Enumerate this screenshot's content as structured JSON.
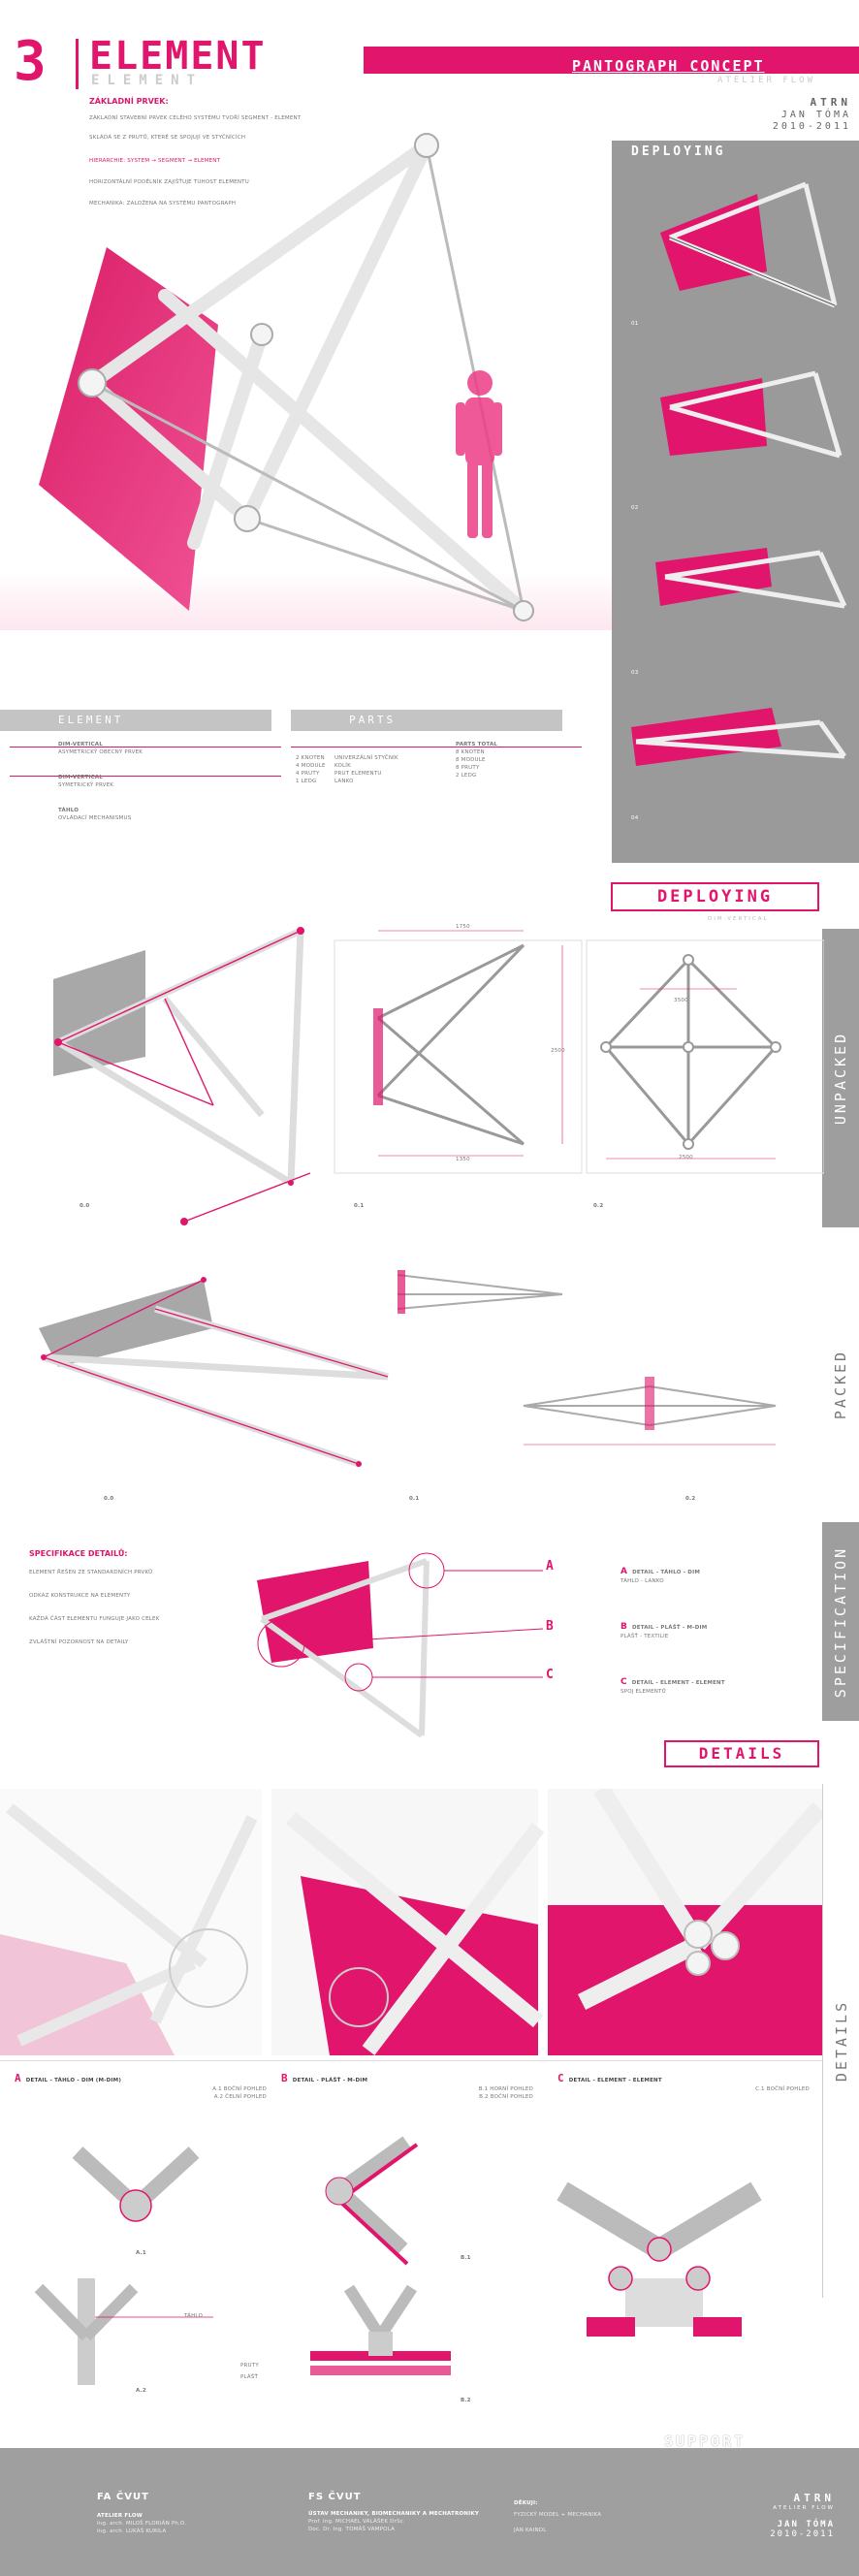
{
  "header": {
    "number": "3",
    "title": "ELEMENT",
    "title_shadow": "ELEMENT",
    "concept": "PANTOGRAPH CONCEPT",
    "studio_shadow": "ATELIER FLOW",
    "team": "ATRN",
    "author": "JAN TÓMA",
    "years": "2010-2011"
  },
  "intro": {
    "heading": "ZÁKLADNÍ PRVEK:",
    "p1": "ZÁKLADNÍ STAVEBNÍ PRVEK CELÉHO SYSTÉMU TVOŘÍ SEGMENT - ELEMENT",
    "p2": "SKLÁDÁ SE Z PRUTŮ, KTERÉ SE SPOJUJÍ VE STYČNÍCÍCH",
    "p3": "HIERARCHIE: SYSTEM → SEGMENT → ELEMENT",
    "p4": "HORIZONTÁLNÍ PODÉLNÍK ZAJIŠŤUJE TUHOST ELEMENTU",
    "p5": "MECHANIKA: ZALOŽENA NA SYSTÉMU PANTOGRAPH"
  },
  "deploy_panel": {
    "title": "DEPLOYING",
    "steps": [
      "01",
      "02",
      "03",
      "04"
    ]
  },
  "element_bar": {
    "left": "ELEMENT",
    "right": "PARTS"
  },
  "element_text": {
    "sub1": "DIM-VERTICAL",
    "t1": "ASYMETRICKÝ OBECNÝ PRVEK",
    "sub2": "DIM-VERTICAL",
    "t2": "SYMETRICKÝ PRVEK",
    "sub3": "TÁHLO",
    "t3": "OVLÁDACÍ MECHANISMUS"
  },
  "parts_text": {
    "c1": [
      "2 KNOTEN",
      "4 MODULE",
      "4 PRUTY",
      "1 LEDG"
    ],
    "c2": [
      "UNIVERZÁLNÍ STYČNÍK",
      "KOLÍK",
      "PRUT ELEMENTU",
      "LANKO"
    ],
    "heading": "PARTS TOTAL",
    "c3": [
      "8 KNOTEN",
      "8 MODULE",
      "8 PRUTY",
      "2 LEDG"
    ]
  },
  "deploying2": {
    "title": "DEPLOYING",
    "subtitle": "DIM-VERTICAL",
    "captions": [
      "0.0",
      "0.1",
      "0.2"
    ],
    "dims": [
      "1750",
      "2500",
      "3500",
      "2500",
      "1350"
    ]
  },
  "packed": {
    "captions": [
      "0.0",
      "0.1",
      "0.2"
    ]
  },
  "spec": {
    "heading": "SPECIFIKACE DETAILŮ:",
    "p1": "ELEMENT ŘEŠEN ZE STANDARDNÍCH PRVKŮ",
    "p2": "ODKAZ KONSTRUKCE NA ELEMENTY",
    "p3": "KAŽDÁ ČÁST ELEMENTU FUNGUJE JAKO CELEK",
    "p4": "ZVLÁŠTNÍ POZORNOST NA DETAILY",
    "markers": [
      "A",
      "B",
      "C"
    ],
    "items": [
      {
        "letter": "A",
        "title": "DETAIL - TÁHLO - DIM",
        "text": "TÁHLO - LANKO"
      },
      {
        "letter": "B",
        "title": "DETAIL - PLÁŠŤ - M-DIM",
        "text": "PLÁŠŤ - TEXTILIE"
      },
      {
        "letter": "C",
        "title": "DETAIL - ELEMENT - ELEMENT",
        "text": "SPOJ ELEMENTŮ"
      }
    ]
  },
  "details": {
    "title": "DETAILS",
    "captions": [
      {
        "letter": "A",
        "text": "DETAIL - TÁHLO - DIM (M-DIM)",
        "sub": [
          "A.1 BOČNÍ POHLED",
          "A.2 ČELNÍ POHLED"
        ]
      },
      {
        "letter": "B",
        "text": "DETAIL - PLÁŠŤ - M-DIM",
        "sub": [
          "B.1 HORNÍ POHLED",
          "B.2 BOČNÍ POHLED"
        ]
      },
      {
        "letter": "C",
        "text": "DETAIL - ELEMENT - ELEMENT",
        "sub": [
          "C.1 BOČNÍ POHLED"
        ]
      }
    ],
    "labels": [
      "A.1",
      "A.2",
      "B.1",
      "B.2",
      "TÁHLO",
      "PRUTY",
      "PLÁŠŤ"
    ]
  },
  "side_tabs": [
    "UNPACKED",
    "PACKED",
    "SPECIFICATION",
    "DETAILS"
  ],
  "footer": {
    "support": "SUPPORT",
    "school1": "FA ČVUT",
    "studio": "ATELIER FLOW",
    "teachers1": "Ing. arch. MILOŠ FLORIÁN Ph.D.",
    "teachers2": "Ing. arch. LUKÁŠ KURILA",
    "school2": "FS ČVUT",
    "dept": "ÚSTAV MECHANIKY, BIOMECHANIKY A MECHATRONIKY",
    "teachers3": "Prof. Ing. MICHAEL VALÁŠEK DrSc.",
    "teachers4": "Doc. Dr. Ing. TOMÁŠ VAMPOLA",
    "thanks": "DĚKUJI:",
    "thanks1": "FYZICKÝ MODEL + MECHANIKA",
    "thanks2": "JAN KAINDL",
    "team": "ATRN",
    "studio2": "ATELIER FLOW",
    "author": "JAN TÓMA",
    "years": "2010-2011"
  }
}
